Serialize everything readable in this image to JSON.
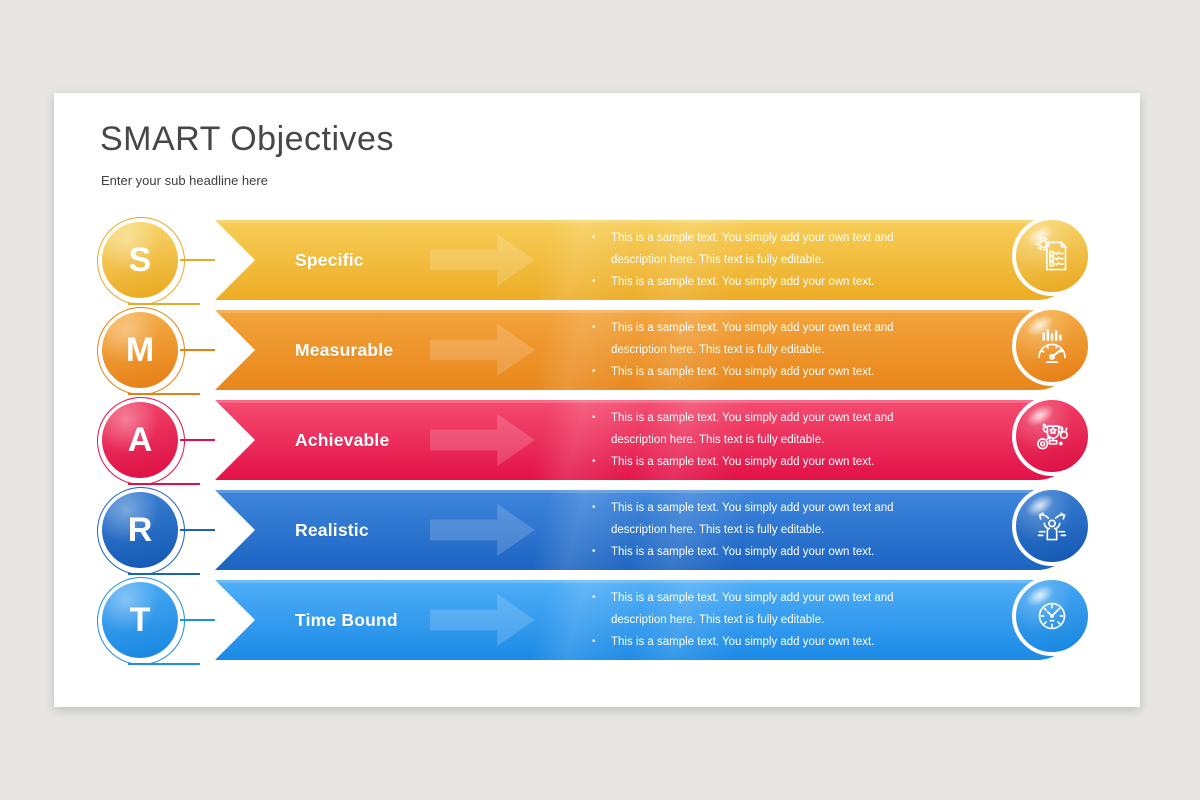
{
  "canvas": {
    "background": "#e7e6e4",
    "slide_background": "#ffffff"
  },
  "header": {
    "title": "SMART Objectives",
    "subtitle": "Enter your sub headline here"
  },
  "rows": [
    {
      "letter": "S",
      "label": "Specific",
      "icon": "checklist-gear-icon",
      "colors": {
        "b1": "#F7CE58",
        "b2": "#EDAC25",
        "c1": "#F9DA75",
        "c2": "#E9A61C",
        "accent": "#E9A825"
      },
      "bullets": [
        [
          "This is a sample text. You simply add your own text and",
          "description here. This text is fully editable."
        ],
        [
          "This is a sample text. You simply add your own text."
        ]
      ]
    },
    {
      "letter": "M",
      "label": "Measurable",
      "icon": "gauge-chart-icon",
      "colors": {
        "b1": "#F3A43C",
        "b2": "#E8861B",
        "c1": "#F6B34E",
        "c2": "#E67C12",
        "accent": "#E2830F"
      },
      "bullets": [
        [
          "This is a sample text. You simply add your own text and",
          "description here. This text is fully editable."
        ],
        [
          "This is a sample text. You simply add your own text."
        ]
      ]
    },
    {
      "letter": "A",
      "label": "Achievable",
      "icon": "trophy-achievement-icon",
      "colors": {
        "b1": "#F54C70",
        "b2": "#E21148",
        "c1": "#F4476B",
        "c2": "#DC0D43",
        "accent": "#E00F47"
      },
      "bullets": [
        [
          "This is a sample text. You simply add your own text and",
          "description here. This text is fully editable."
        ],
        [
          "This is a sample text. You simply add your own text."
        ]
      ]
    },
    {
      "letter": "R",
      "label": "Realistic",
      "icon": "person-choices-icon",
      "colors": {
        "b1": "#3E86DC",
        "b2": "#1C64C2",
        "c1": "#3F83D6",
        "c2": "#1156B2",
        "accent": "#1B62BE"
      },
      "bullets": [
        [
          "This is a sample text. You simply add your own text and",
          "description here. This text is fully editable."
        ],
        [
          "This is a sample text. You simply add your own text."
        ]
      ]
    },
    {
      "letter": "T",
      "label": "Time Bound",
      "icon": "clock-icon",
      "colors": {
        "b1": "#4FAEF7",
        "b2": "#1B8AE6",
        "c1": "#4FACF5",
        "c2": "#1585E0",
        "accent": "#1D8FE8"
      },
      "bullets": [
        [
          "This is a sample text. You simply add your own text and",
          "description here. This text is fully editable."
        ],
        [
          "This is a sample text. You simply add your own text."
        ]
      ]
    }
  ]
}
